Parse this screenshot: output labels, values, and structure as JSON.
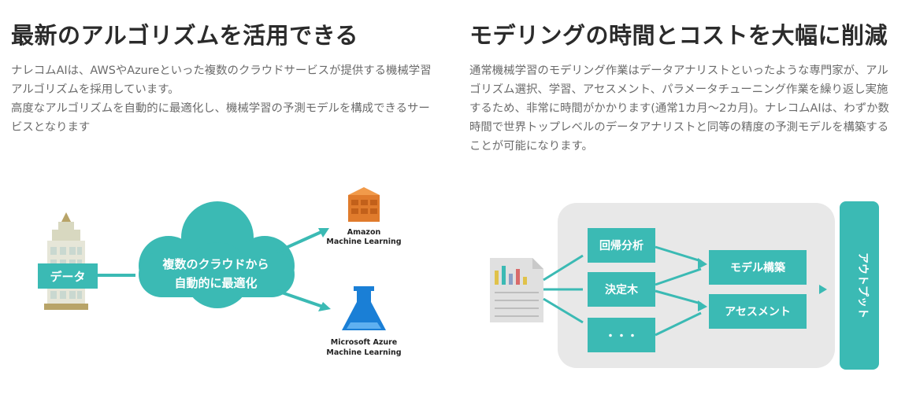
{
  "left": {
    "heading": "最新のアルゴリズムを活用できる",
    "paragraphs": [
      "ナレコムAIは、AWSやAzureといった複数のクラウドサービスが提供する機械学習アルゴリズムを採用しています。",
      "高度なアルゴリズムを自動的に最適化し、機械学習の予測モデルを構成できるサービスとなります"
    ],
    "diagram": {
      "data_label": "データ",
      "cloud_line1": "複数のクラウドから",
      "cloud_line2": "自動的に最適化",
      "amazon_line1": "Amazon",
      "amazon_line2": "Machine Learning",
      "azure_line1": "Microsoft Azure",
      "azure_line2": "Machine Learning"
    }
  },
  "right": {
    "heading": "モデリングの時間とコストを大幅に削減",
    "paragraph": "通常機械学習のモデリング作業はデータアナリストといったような専門家が、アルゴリズム選択、学習、アセスメント、パラメータチューニング作業を繰り返し実施するため、非常に時間がかかります(通常1カ月〜2カ月)。ナレコムAIは、わずか数時間で世界トップレベルのデータアナリストと同等の精度の予測モデルを構築することが可能になります。",
    "diagram": {
      "algo1": "回帰分析",
      "algo2": "決定木",
      "algo3": "・・・",
      "model_build": "モデル構築",
      "assessment": "アセスメント",
      "output": "アウトプット"
    }
  },
  "colors": {
    "teal": "#3bbab4",
    "gray_panel": "#e8e8e8",
    "heading": "#2b2b2b",
    "body_text": "#6b6b6b",
    "aws_orange": "#e07b2c",
    "azure_blue": "#1a7fd6"
  }
}
